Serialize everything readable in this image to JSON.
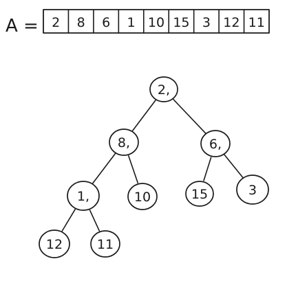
{
  "array": {
    "label": "A =",
    "values": [
      "2",
      "8",
      "6",
      "1",
      "10",
      "15",
      "3",
      "12",
      "11"
    ]
  },
  "tree": {
    "nodes": [
      {
        "id": 0,
        "label": "2,"
      },
      {
        "id": 1,
        "label": "8,"
      },
      {
        "id": 2,
        "label": "6,"
      },
      {
        "id": 3,
        "label": "1,"
      },
      {
        "id": 4,
        "label": "10"
      },
      {
        "id": 5,
        "label": "15"
      },
      {
        "id": 6,
        "label": "3"
      },
      {
        "id": 7,
        "label": "12"
      },
      {
        "id": 8,
        "label": "11"
      }
    ],
    "edges": [
      [
        0,
        1
      ],
      [
        0,
        2
      ],
      [
        1,
        3
      ],
      [
        1,
        4
      ],
      [
        2,
        5
      ],
      [
        2,
        6
      ],
      [
        3,
        7
      ],
      [
        3,
        8
      ]
    ]
  }
}
